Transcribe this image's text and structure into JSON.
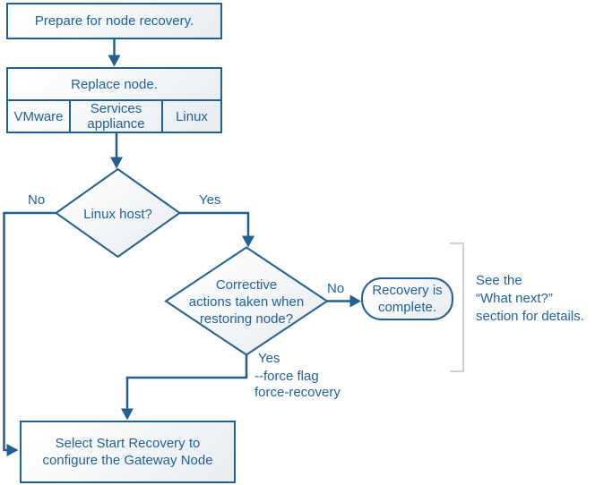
{
  "colors": {
    "line": "#23608f",
    "text": "#1f5f9b",
    "bracket": "#ccd2d8",
    "shape_fill_light": "#ffffff",
    "shape_fill_shade": "#e8ecf0"
  },
  "flowchart": {
    "prepare": {
      "label": "Prepare for node recovery."
    },
    "replace": {
      "title": "Replace node.",
      "platforms": [
        "VMware",
        "Services appliance",
        "Linux"
      ]
    },
    "linux_host": {
      "question": "Linux host?",
      "no_label": "No",
      "yes_label": "Yes"
    },
    "corrective": {
      "lines": [
        "Corrective",
        "actions taken when",
        "restoring node?"
      ],
      "no_label": "No",
      "yes_label": "Yes"
    },
    "force_note": {
      "lines": [
        "--force flag",
        "force-recovery"
      ]
    },
    "recovery_complete": {
      "lines": [
        "Recovery is",
        "complete."
      ]
    },
    "start_recovery": {
      "lines": [
        "Select Start Recovery to",
        "configure the Gateway Node"
      ]
    },
    "see_note": {
      "lines": [
        "See the",
        "“What next?”",
        "section for details."
      ]
    }
  }
}
